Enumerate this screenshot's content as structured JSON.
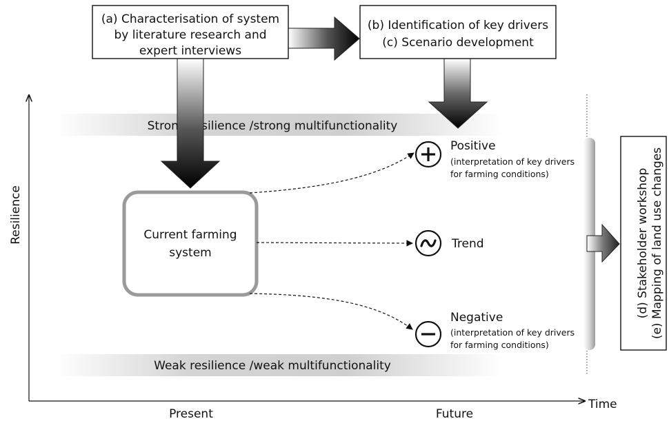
{
  "box_a": {
    "line1": "(a) Characterisation of system",
    "line2": "by literature research and",
    "line3": "expert interviews"
  },
  "box_bc": {
    "line1": "(b) Identification of key drivers",
    "line2": "(c) Scenario development"
  },
  "band_top": "Strong resilience /strong multifunctionality",
  "band_bottom": "Weak resilience /weak multifunctionality",
  "current_system": {
    "line1": "Current farming",
    "line2": "system"
  },
  "outcomes": {
    "positive": {
      "title": "Positive",
      "sub1": "(interpretation of key drivers",
      "sub2": "for farming conditions)",
      "symbol": "+"
    },
    "trend": {
      "title": "Trend",
      "symbol": "~"
    },
    "negative": {
      "title": "Negative",
      "sub1": "(interpretation of key drivers",
      "sub2": "for farming conditions)",
      "symbol": "−"
    }
  },
  "box_de": {
    "line1": "(d) Stakeholder workshop",
    "line2": "(e) Mapping of land use changes"
  },
  "axes": {
    "y_label": "Resilience",
    "x_label": "Time",
    "x_tick_present": "Present",
    "x_tick_future": "Future"
  }
}
